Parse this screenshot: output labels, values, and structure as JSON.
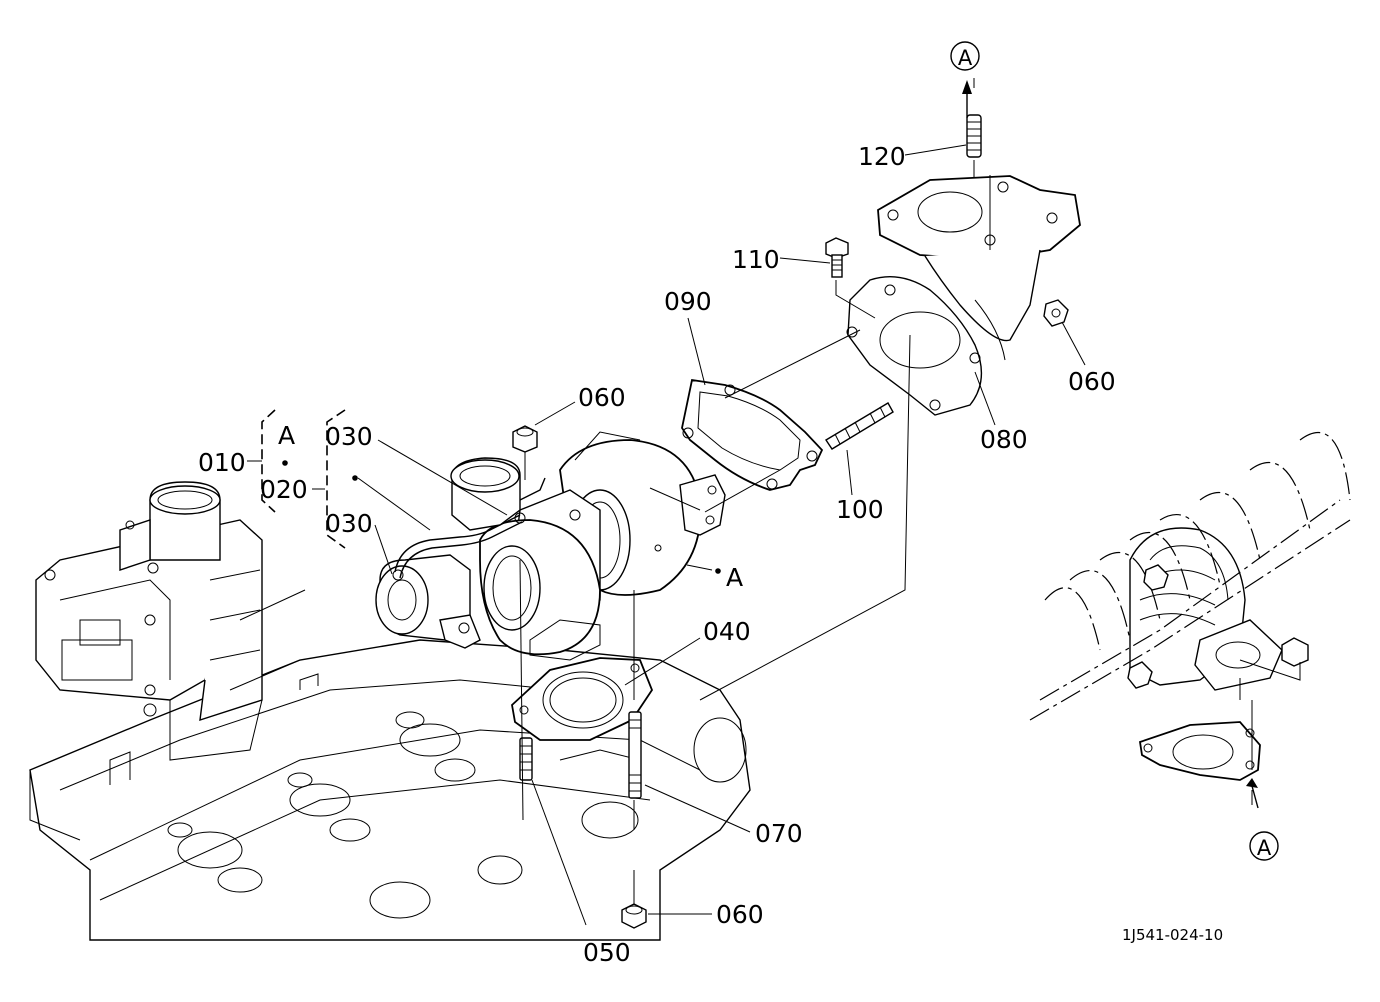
{
  "callouts": {
    "p010": "010",
    "p020": "020",
    "p030a": "030",
    "p030b": "030",
    "p040": "040",
    "p050": "050",
    "p060a": "060",
    "p060b": "060",
    "p060c": "060",
    "p070": "070",
    "p080": "080",
    "p090": "090",
    "p100": "100",
    "p110": "110",
    "p120": "120"
  },
  "markers": {
    "bracket_a": "A",
    "point_a": "A",
    "circle_top": "A",
    "circle_bottom": "A"
  },
  "drawing_number": "1J541-024-10"
}
